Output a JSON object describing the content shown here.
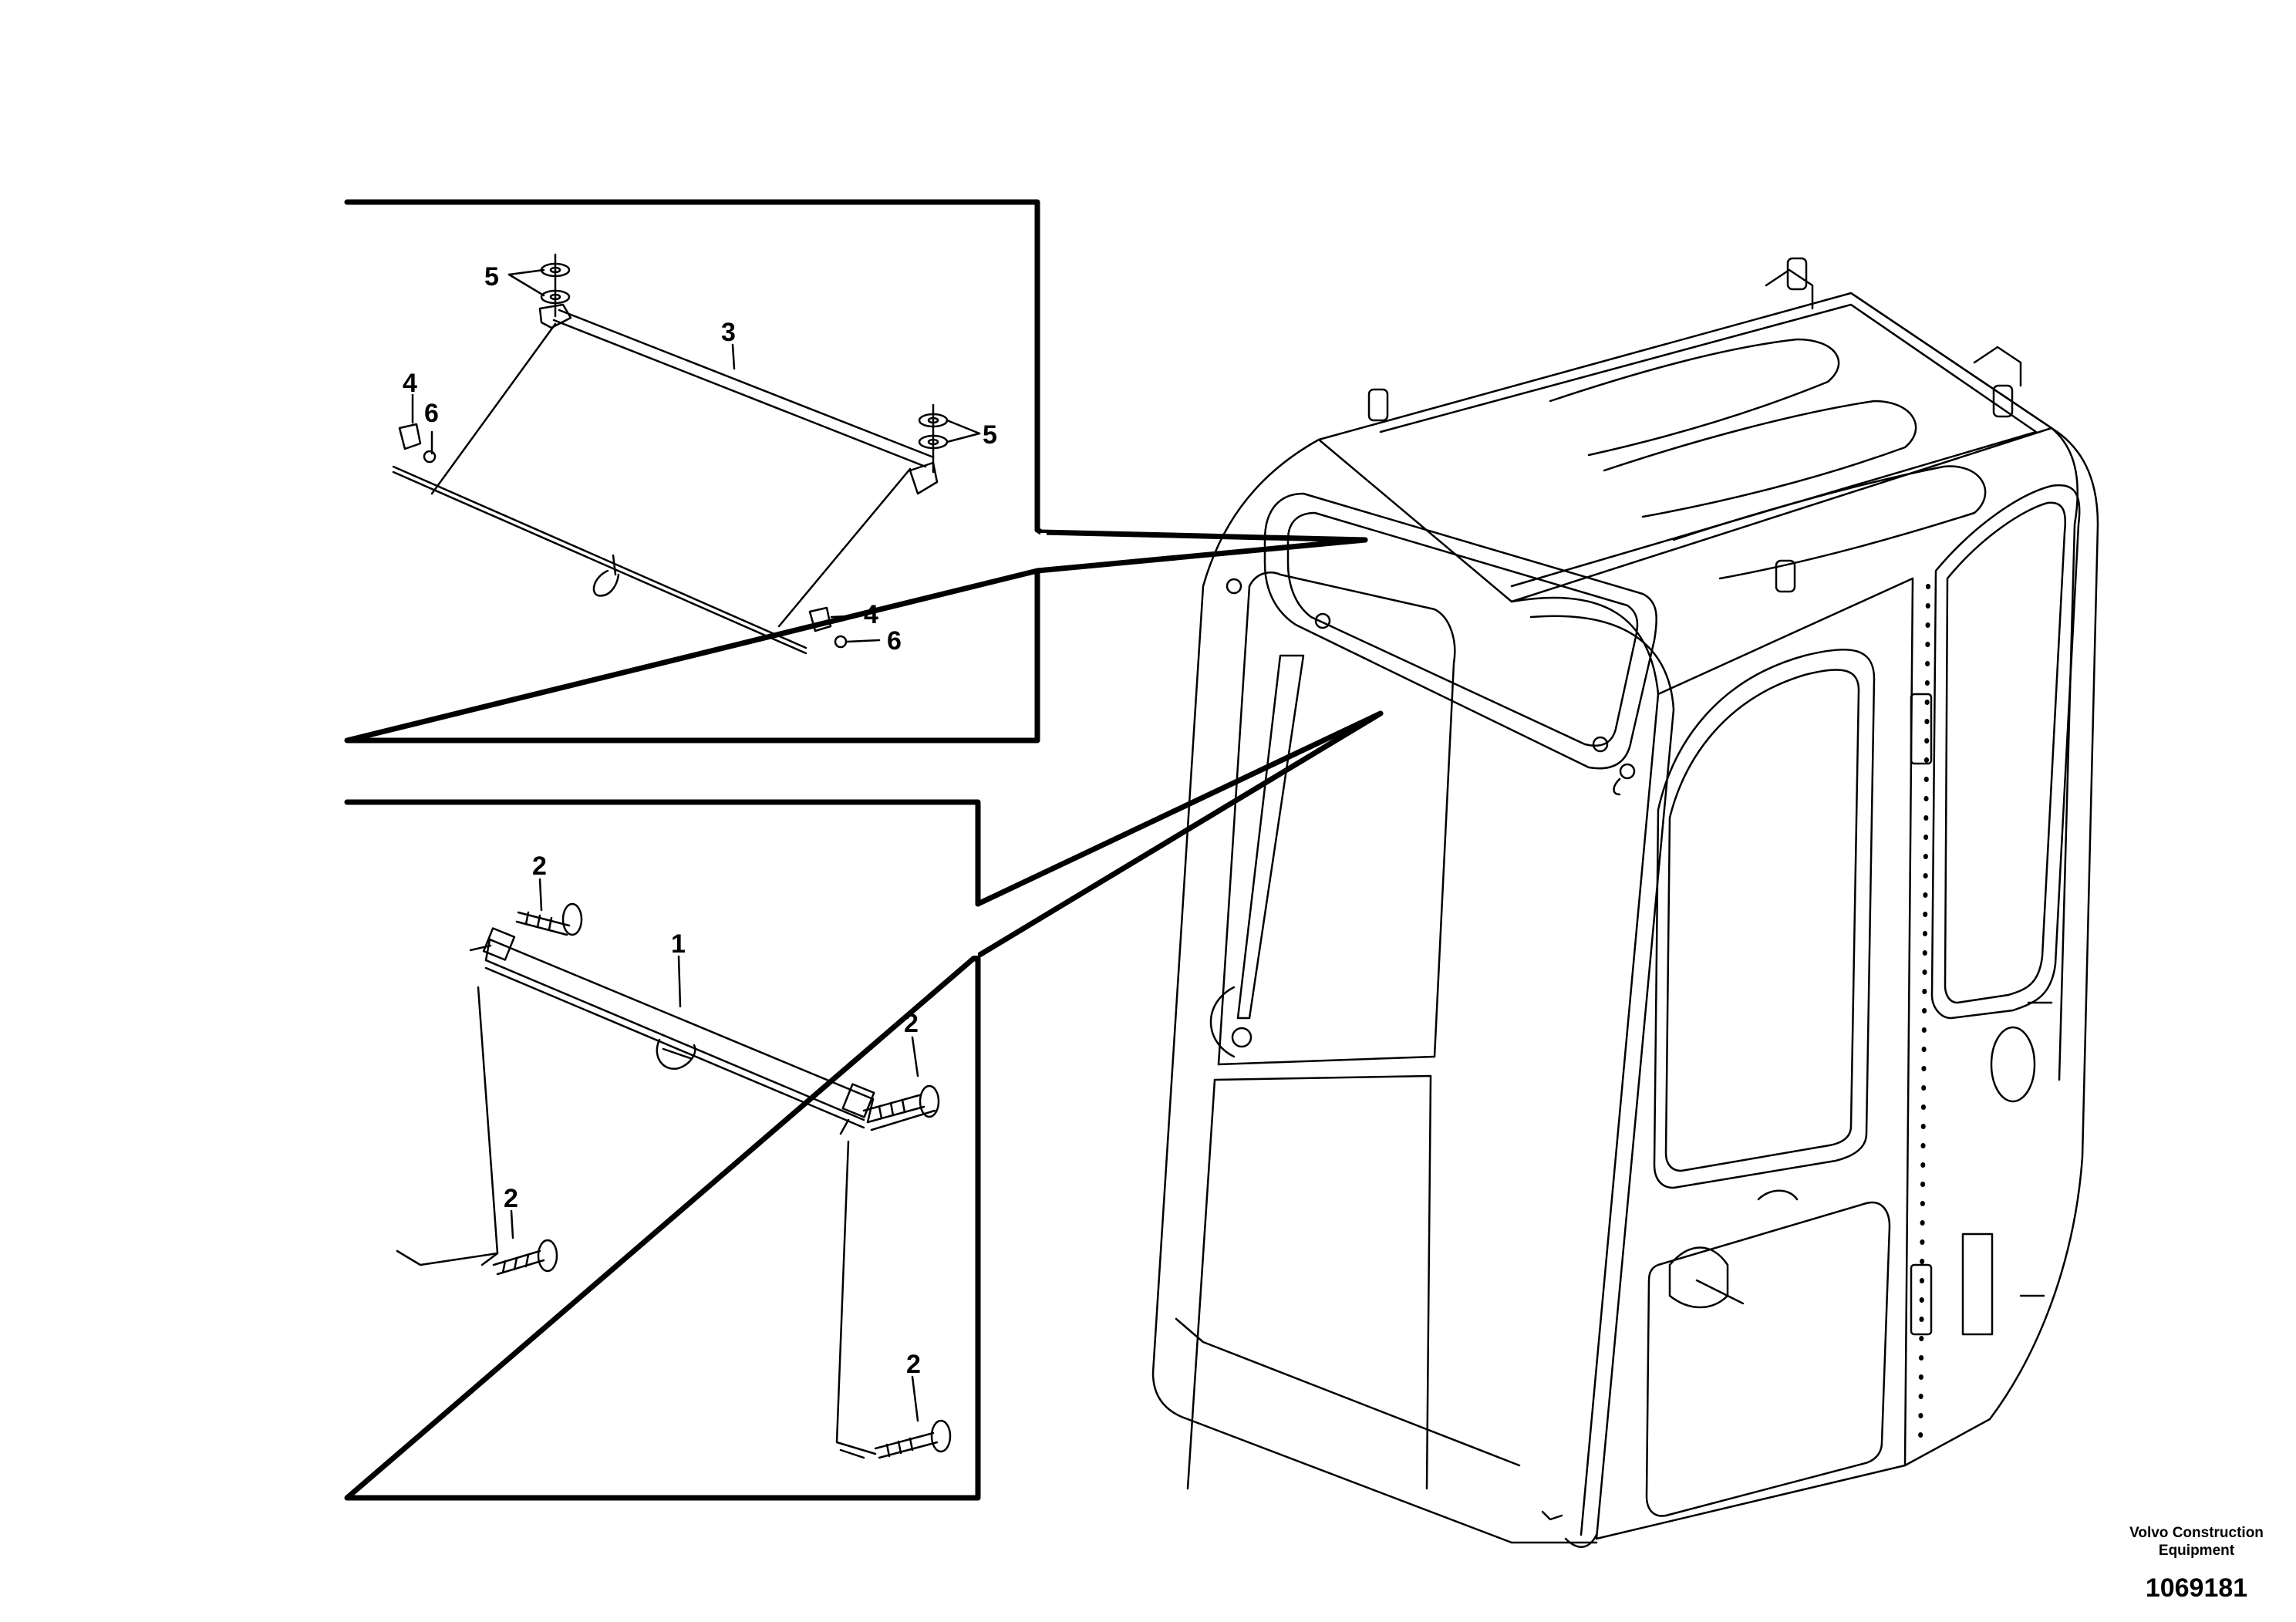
{
  "callouts": {
    "c5a": "5",
    "c3": "3",
    "c4a": "4",
    "c6a": "6",
    "c5b": "5",
    "c4b": "4",
    "c6b": "6",
    "c2a": "2",
    "c1": "1",
    "c2b": "2",
    "c2c": "2",
    "c2d": "2"
  },
  "footer": {
    "brand_line1": "Volvo Construction",
    "brand_line2": "Equipment",
    "doc_number": "1069181"
  }
}
